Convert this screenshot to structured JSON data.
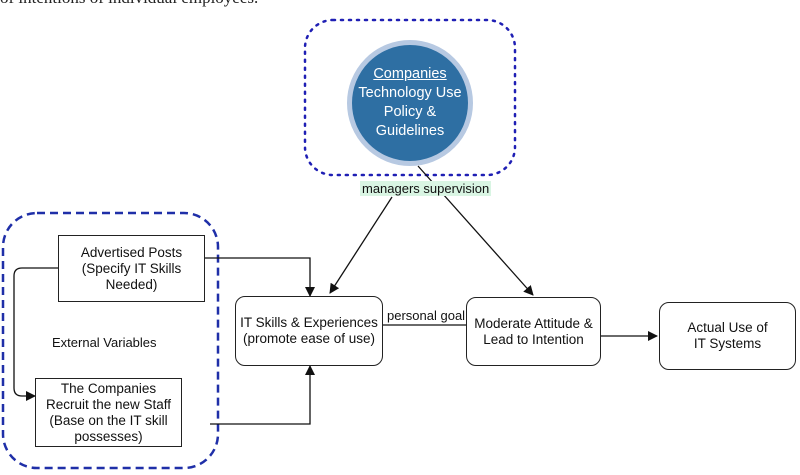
{
  "header_text": "of intentions of individual employees.",
  "policy_circle": {
    "title": "Companies",
    "lines": [
      "Technology Use",
      "Policy &",
      "Guidelines"
    ]
  },
  "labels": {
    "managers_supervision": "managers supervision",
    "personal_goal": "personal goal",
    "external_variables": "External Variables"
  },
  "boxes": {
    "advertised_posts": [
      "Advertised Posts",
      "(Specify IT Skills",
      "Needed)"
    ],
    "recruit_staff": [
      "The Companies",
      "Recruit the new Staff",
      "(Base on the IT skill",
      "possesses)"
    ],
    "it_skills": [
      "IT Skills & Experiences",
      "(promote ease of use)"
    ],
    "attitude": [
      "Moderate Attitude &",
      "Lead to Intention"
    ],
    "actual_use": [
      "Actual Use of",
      "IT Systems"
    ]
  },
  "colors": {
    "circle_fill": "#2e6fa3",
    "circle_ring": "#b7c9e2",
    "dotted_outline": "#1f1fb4",
    "dashed_outline": "#1f2fa8",
    "supervision_highlight": "#d9f5e3"
  }
}
